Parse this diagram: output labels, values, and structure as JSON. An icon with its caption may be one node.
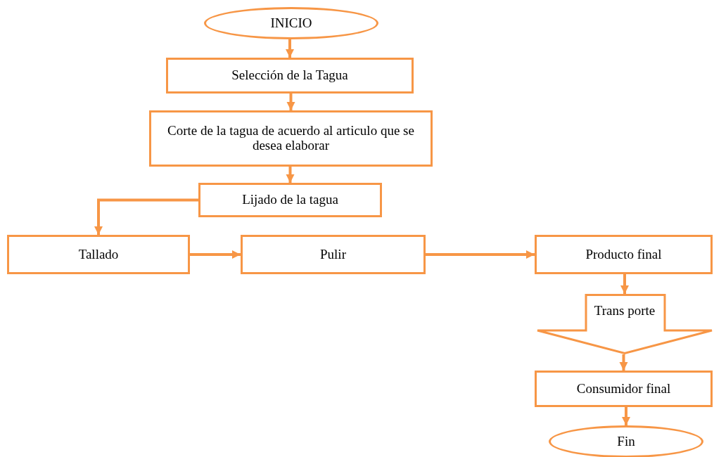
{
  "diagram": {
    "nodes": [
      {
        "text": [
          "INICIO"
        ]
      },
      {
        "text": [
          "Selección de la Tagua"
        ]
      },
      {
        "text": [
          "Corte de la tagua de acuerdo al articulo que se desea elaborar"
        ]
      },
      {
        "text": [
          "Lijado de la tagua"
        ]
      },
      {
        "text": [
          "Tallado"
        ]
      },
      {
        "text": [
          "Pulir"
        ]
      },
      {
        "text": [
          "Producto final"
        ]
      },
      {
        "text": [
          "Trans porte"
        ]
      },
      {
        "text": [
          "Consumidor final"
        ]
      },
      {
        "text": [
          "Fin"
        ]
      }
    ],
    "edges": [
      {
        "from": 0,
        "to": 1,
        "arrow": "to"
      },
      {
        "from": 1,
        "to": 2,
        "arrow": "to"
      },
      {
        "from": 2,
        "to": 3,
        "arrow": "to"
      },
      {
        "from": 3,
        "to": 4,
        "arrow": "to"
      },
      {
        "from": 4,
        "to": 5,
        "arrow": "to"
      },
      {
        "from": 5,
        "to": 6,
        "arrow": "to"
      },
      {
        "from": 6,
        "to": 7,
        "arrow": "to"
      },
      {
        "from": 7,
        "to": 8,
        "arrow": "to"
      },
      {
        "from": 8,
        "to": 9,
        "arrow": "to"
      }
    ]
  }
}
